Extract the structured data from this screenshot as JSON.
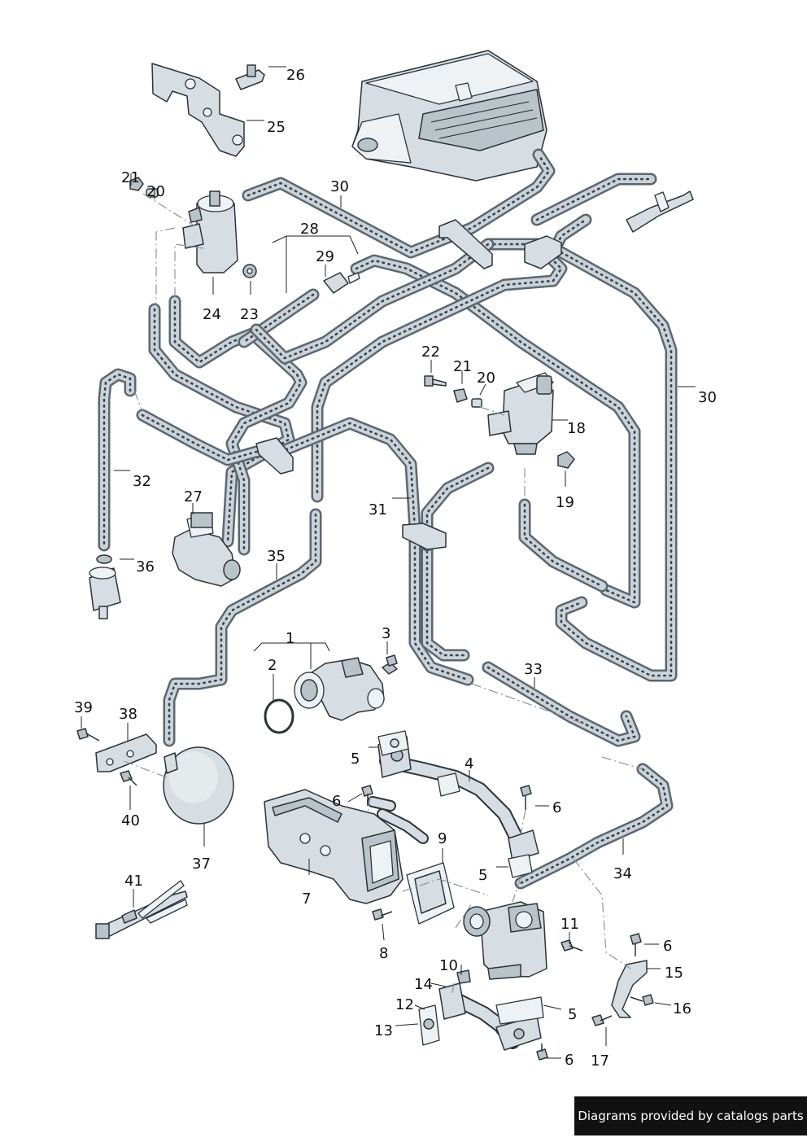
{
  "diagram": {
    "callouts": [
      "1",
      "2",
      "3",
      "4",
      "5",
      "6",
      "7",
      "8",
      "9",
      "10",
      "11",
      "12",
      "13",
      "14",
      "15",
      "16",
      "17",
      "18",
      "19",
      "20",
      "21",
      "22",
      "23",
      "24",
      "25",
      "26",
      "27",
      "28",
      "29",
      "30",
      "31",
      "32",
      "33",
      "34",
      "35",
      "36",
      "37",
      "38",
      "39",
      "40",
      "41"
    ]
  },
  "footer": {
    "credit": "Diagrams provided by catalogs parts"
  }
}
